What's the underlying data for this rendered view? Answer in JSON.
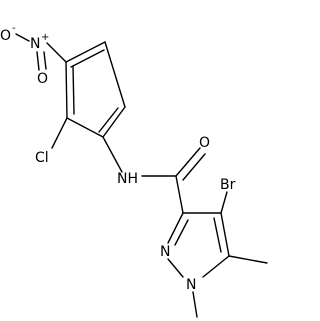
{
  "molecule": {
    "atoms": {
      "nitro_O_left": "O",
      "nitro_O_left_charge": "-",
      "nitro_N": "N",
      "nitro_N_charge": "+",
      "nitro_O_bottom": "O",
      "chloro": "Cl",
      "amide_NH": "NH",
      "carbonyl_O": "O",
      "bromo": "Br",
      "ring_N2": "N",
      "ring_N1": "N"
    }
  }
}
